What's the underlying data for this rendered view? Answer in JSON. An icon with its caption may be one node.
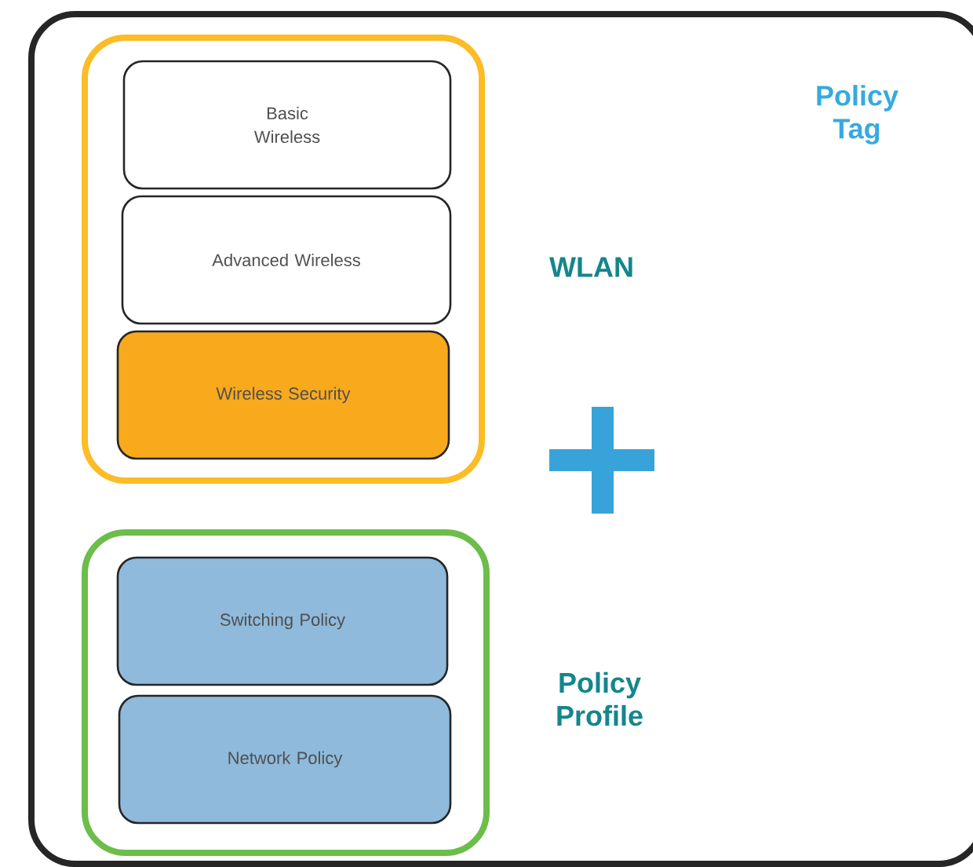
{
  "diagram": {
    "nodes": [
      {
        "text": [
          "Policy Tag"
        ]
      },
      {
        "text": [
          "WLAN"
        ],
        "in": 0
      },
      {
        "text": [
          "Basic Wireless"
        ],
        "in": 1
      },
      {
        "text": [
          "Advanced Wireless"
        ],
        "in": 1
      },
      {
        "text": [
          "Wireless Security"
        ],
        "in": 1
      },
      {
        "text": [
          "Policy Profile"
        ],
        "in": 0
      },
      {
        "text": [
          "Switching Policy"
        ],
        "in": 5
      },
      {
        "text": [
          "Network Policy"
        ],
        "in": 5
      }
    ]
  }
}
